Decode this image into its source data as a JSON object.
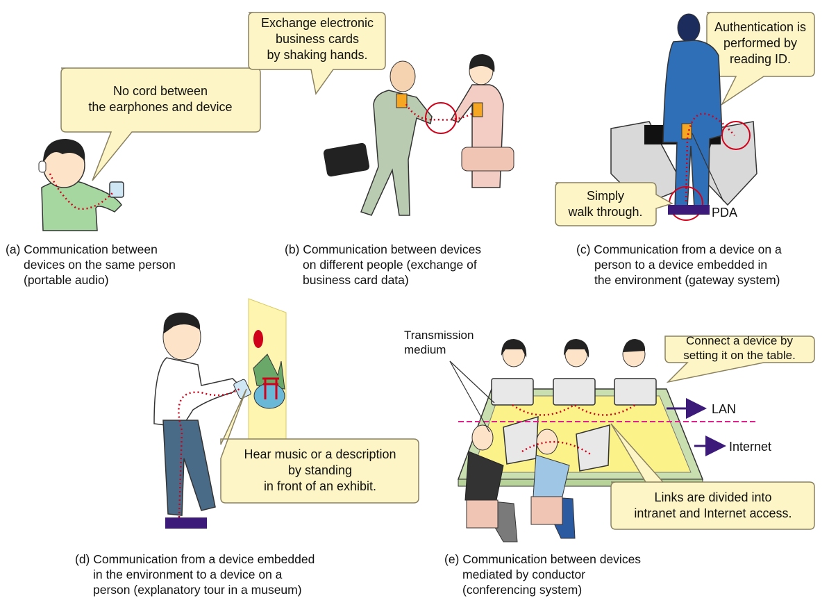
{
  "callouts": {
    "a": "No cord between\nthe earphones and device",
    "b": "Exchange electronic\nbusiness cards\nby shaking hands.",
    "c_auth": "Authentication is\nperformed by\nreading ID.",
    "c_walk": "Simply\nwalk through.",
    "d": "Hear music or a description\nby standing\nin front of an exhibit.",
    "e_connect": "Connect a device by\nsetting it on the table.",
    "e_links": "Links are divided into\nintranet and Internet access."
  },
  "labels": {
    "pda": "PDA",
    "transmission_medium": "Transmission\nmedium",
    "lan": "LAN",
    "internet": "Internet"
  },
  "captions": {
    "a": [
      "(a) Communication between",
      "devices on the same person",
      "(portable audio)"
    ],
    "b": [
      "(b) Communication between devices",
      "on different people (exchange of",
      "business card data)"
    ],
    "c": [
      "(c) Communication from a device on a",
      "person to a device embedded in",
      "the environment (gateway system)"
    ],
    "d": [
      "(d) Communication from a device embedded",
      "in the environment to a device on a",
      "person (explanatory tour in a museum)"
    ],
    "e": [
      "(e) Communication between devices",
      "mediated by conductor",
      "(conferencing system)"
    ]
  },
  "colors": {
    "bubble_fill": "#fdf5c6",
    "bubble_stroke": "#8a8160",
    "signal": "#d0021b",
    "arrow": "#3b1a7a",
    "table_yellow": "#fbf38a",
    "table_green": "#c9dfb0",
    "device_orange": "#f5a623"
  }
}
